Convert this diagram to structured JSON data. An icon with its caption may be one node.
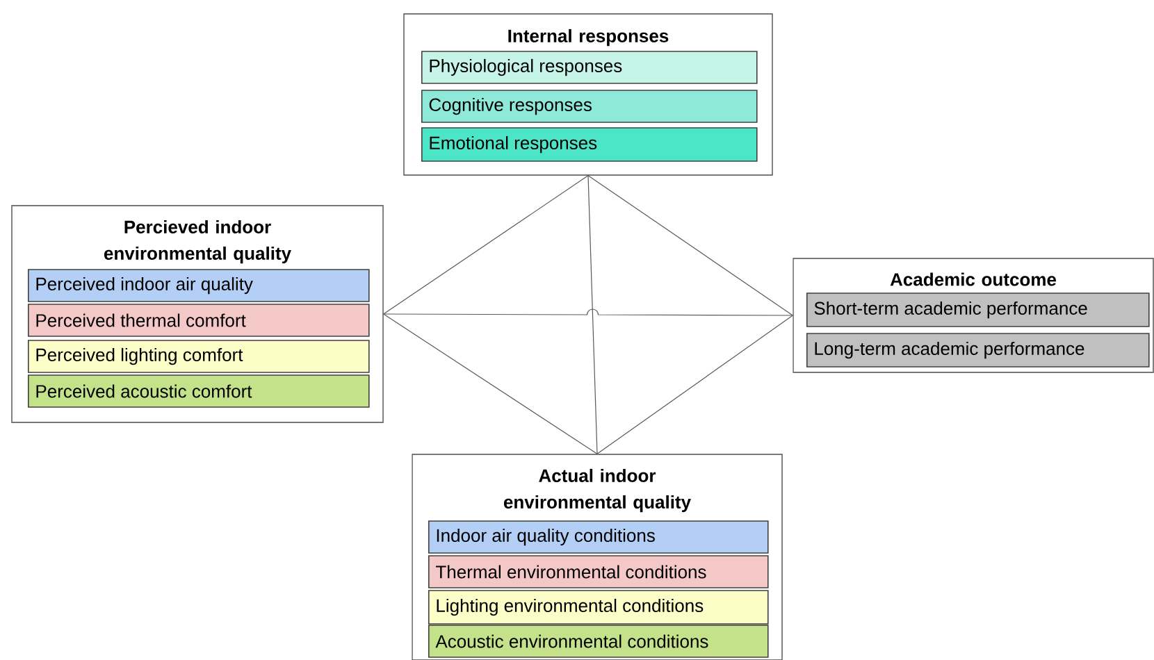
{
  "diagram": {
    "nodes": [
      {
        "text": [
          "Internal responses"
        ]
      },
      {
        "text": [
          "Physiological responses"
        ],
        "in": 0
      },
      {
        "text": [
          "Cognitive responses"
        ],
        "in": 0
      },
      {
        "text": [
          "Emotional responses"
        ],
        "in": 0
      },
      {
        "text": [
          "Percieved indoor environmental quality"
        ]
      },
      {
        "text": [
          "Perceived indoor air quality"
        ],
        "in": 4
      },
      {
        "text": [
          "Perceived thermal comfort"
        ],
        "in": 4
      },
      {
        "text": [
          "Perceived lighting comfort"
        ],
        "in": 4
      },
      {
        "text": [
          "Perceived acoustic comfort"
        ],
        "in": 4
      },
      {
        "text": [
          "Academic outcome"
        ]
      },
      {
        "text": [
          "Short-term academic performance"
        ],
        "in": 9
      },
      {
        "text": [
          "Long-term academic performance"
        ],
        "in": 9
      },
      {
        "text": [
          "Actual indoor environmental quality"
        ]
      },
      {
        "text": [
          "Indoor air quality conditions"
        ],
        "in": 12
      },
      {
        "text": [
          "Thermal environmental conditions"
        ],
        "in": 12
      },
      {
        "text": [
          "Lighting environmental conditions"
        ],
        "in": 12
      },
      {
        "text": [
          "Acoustic environmental conditions"
        ],
        "in": 12
      }
    ],
    "edges": [
      {
        "from": 0,
        "to": 4,
        "arrow": "none"
      },
      {
        "from": 0,
        "to": 9,
        "arrow": "none"
      },
      {
        "from": 0,
        "to": 12,
        "arrow": "none"
      },
      {
        "from": 4,
        "to": 9,
        "arrow": "none"
      },
      {
        "from": 4,
        "to": 12,
        "arrow": "none"
      },
      {
        "from": 9,
        "to": 12,
        "arrow": "none"
      }
    ]
  }
}
